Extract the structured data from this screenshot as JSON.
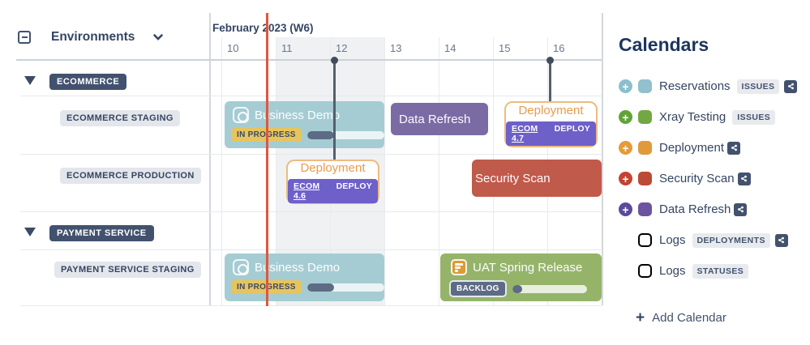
{
  "left_panel": {
    "title": "Environments",
    "groups": [
      {
        "label": "ECOMMERCE",
        "rows": [
          {
            "label": "ECOMMERCE STAGING"
          },
          {
            "label": "ECOMMERCE PRODUCTION"
          }
        ]
      },
      {
        "label": "PAYMENT SERVICE",
        "rows": [
          {
            "label": "PAYMENT SERVICE STAGING"
          }
        ]
      }
    ]
  },
  "timeline": {
    "month_label": "February 2023 (W6)",
    "days": [
      "10",
      "11",
      "12",
      "13",
      "14",
      "15",
      "16"
    ],
    "weekend_days": [
      "11",
      "12"
    ],
    "milestone_pins": [
      {
        "at_day": "12"
      },
      {
        "at_day": "16"
      }
    ],
    "now_marker_day": "10"
  },
  "events": {
    "business_demo_staging": {
      "title": "Business Demo",
      "status": "IN PROGRESS",
      "progress_pct": 35
    },
    "data_refresh": {
      "title": "Data Refresh"
    },
    "deployment_47": {
      "title": "Deployment",
      "version": "ECOM 4.7",
      "action": "DEPLOY"
    },
    "deployment_46": {
      "title": "Deployment",
      "version": "ECOM 4.6",
      "action": "DEPLOY"
    },
    "security_scan": {
      "title": "Security Scan"
    },
    "business_demo_payment": {
      "title": "Business Demo",
      "status": "IN PROGRESS",
      "progress_pct": 35
    },
    "uat_spring_release": {
      "title": "UAT Spring Release",
      "status": "BACKLOG",
      "progress_pct": 13
    }
  },
  "calendars": {
    "title": "Calendars",
    "items": [
      {
        "label": "Reservations",
        "badge": "ISSUES",
        "swatch_color": "#92c0cc",
        "has_add": true,
        "has_share": true
      },
      {
        "label": "Xray Testing",
        "badge": "ISSUES",
        "swatch_color": "#71a843",
        "has_add": true,
        "has_share": false
      },
      {
        "label": "Deployment",
        "badge": "",
        "swatch_color": "#e0993b",
        "has_add": true,
        "has_share": true
      },
      {
        "label": "Security Scan",
        "badge": "",
        "swatch_color": "#bb4a36",
        "has_add": true,
        "has_share": true
      },
      {
        "label": "Data Refresh",
        "badge": "",
        "swatch_color": "#6c549e",
        "has_add": true,
        "has_share": true
      },
      {
        "label": "Logs",
        "badge": "DEPLOYMENTS",
        "swatch_outline": "#8fb6c0",
        "has_add": false,
        "has_share": true
      },
      {
        "label": "Logs",
        "badge": "STATUSES",
        "swatch_outline": "#a33f3a",
        "has_add": false,
        "has_share": false
      }
    ],
    "add_label": "Add Calendar"
  },
  "colors": {
    "event_teal": "#a5ccd3",
    "event_purple": "#7b6ba4",
    "event_red": "#c05a4b",
    "event_green": "#95b46a",
    "event_outline_orange": "#ecbb80",
    "deploy_badge_purple": "#6d60c9",
    "status_yellow": "#e7c45c",
    "status_slate": "#5d6b85",
    "now_line_red": "#e0563e",
    "text_navy": "#344563",
    "group_badge_navy": "#42526e"
  }
}
